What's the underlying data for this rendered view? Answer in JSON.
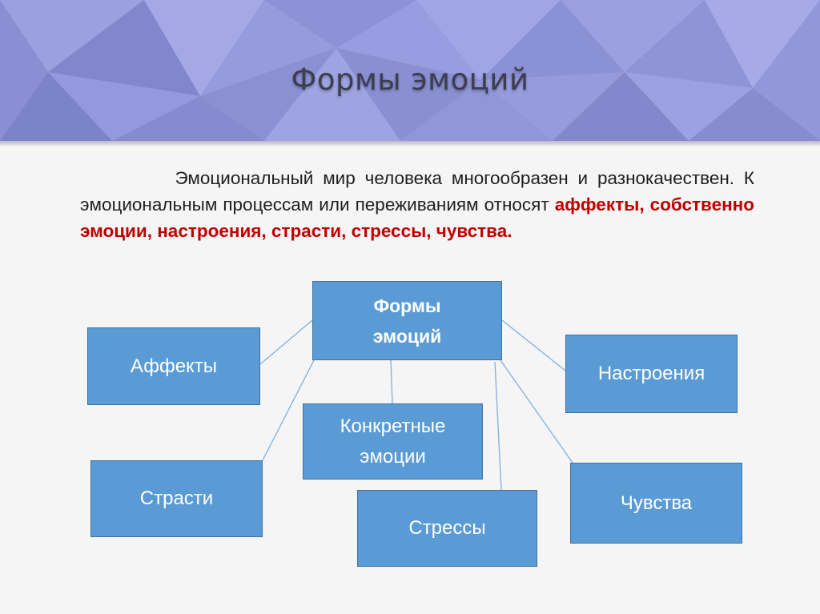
{
  "title": "Формы эмоций",
  "intro": {
    "plain": "Эмоциональный мир человека многообразен и разнокачествен. К эмоциональным процессам или переживаниям относят ",
    "highlight": "аффекты, собственно эмоции, настроения, страсти, стрессы, чувства."
  },
  "diagram": {
    "root": "Формы эмоций",
    "nodes": [
      {
        "id": "affects",
        "label": "Аффекты"
      },
      {
        "id": "moods",
        "label": "Настроения"
      },
      {
        "id": "concrete",
        "label": "Конкретные эмоции"
      },
      {
        "id": "passions",
        "label": "Страсти"
      },
      {
        "id": "stresses",
        "label": "Стрессы"
      },
      {
        "id": "feelings",
        "label": "Чувства"
      }
    ]
  },
  "colors": {
    "node_fill": "#5b9bd5",
    "node_border": "#41719c",
    "connector": "#7fb0dc",
    "highlight": "#c00000",
    "banner": "#8f95d8"
  }
}
